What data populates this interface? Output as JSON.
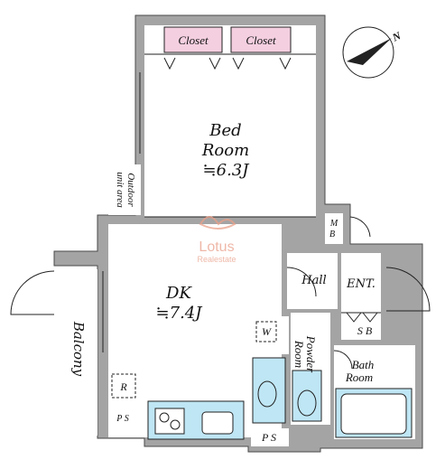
{
  "colors": {
    "wall": "#a4a4a4",
    "wall_edge": "#4a4a4a",
    "floor": "#ffffff",
    "closet_fill": "#f4cfe0",
    "wet_area_fill": "#bfe6f4",
    "line": "#222222",
    "watermark": "#e9a08a"
  },
  "compass": {
    "label": "N"
  },
  "watermark": {
    "brand": "Lotus",
    "sub": "Realestate"
  },
  "rooms": {
    "closet_left": "Closet",
    "closet_right": "Closet",
    "bedroom": {
      "name_1": "Bed",
      "name_2": "Room",
      "size": "≒6.3J"
    },
    "dk": {
      "name": "DK",
      "size": "≒7.4J"
    },
    "outdoor_unit_area": {
      "line_1": "Outdoor",
      "line_2": "unit area"
    },
    "balcony": "Balcony",
    "mb": {
      "line_1": "M",
      "line_2": "B"
    },
    "hall": "Hall",
    "entrance": "ENT.",
    "sb": "S B",
    "powder_room": {
      "line_1": "Powder",
      "line_2": "Room"
    },
    "bath_room": {
      "line_1": "Bath",
      "line_2": "Room"
    },
    "w": "W",
    "r": "R",
    "ps_left": "P S",
    "ps_bottom": "P S"
  }
}
